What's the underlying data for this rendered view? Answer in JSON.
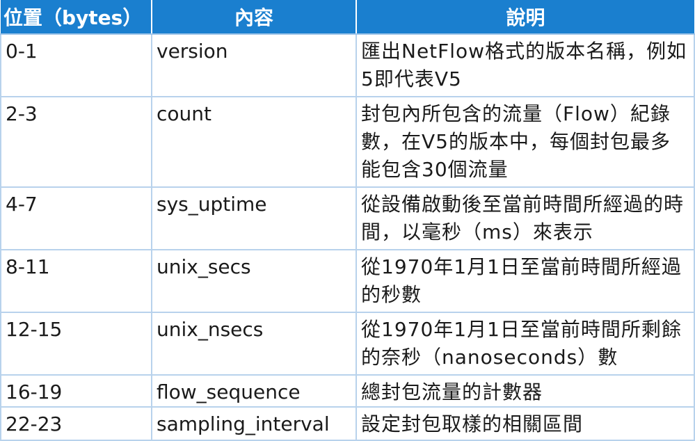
{
  "table": {
    "headers": [
      "位置（bytes）",
      "內容",
      "說明"
    ],
    "rows": [
      {
        "position": "0-1",
        "field": "version",
        "description": "匯出NetFlow格式的版本名稱，例如5即代表V5"
      },
      {
        "position": "2-3",
        "field": "count",
        "description": "封包內所包含的流量（Flow）紀錄數，在V5的版本中，每個封包最多能包含30個流量"
      },
      {
        "position": "4-7",
        "field": "sys_uptime",
        "description": "從設備啟動後至當前時間所經過的時間，以毫秒（ms）來表示"
      },
      {
        "position": "8-11",
        "field": "unix_secs",
        "description": "從1970年1月1日至當前時間所經過的秒數"
      },
      {
        "position": "12-15",
        "field": "unix_nsecs",
        "description": "從1970年1月1日至當前時間所剩餘的奈秒（nanoseconds）數"
      },
      {
        "position": "16-19",
        "field": "flow_sequence",
        "description": "總封包流量的計數器"
      },
      {
        "position": "22-23",
        "field": "sampling_interval",
        "description": "設定封包取樣的相關區間"
      }
    ]
  },
  "colors": {
    "header_bg": "#1a7fcf",
    "header_text": "#ffffff",
    "grid": "#b8d2ec"
  }
}
